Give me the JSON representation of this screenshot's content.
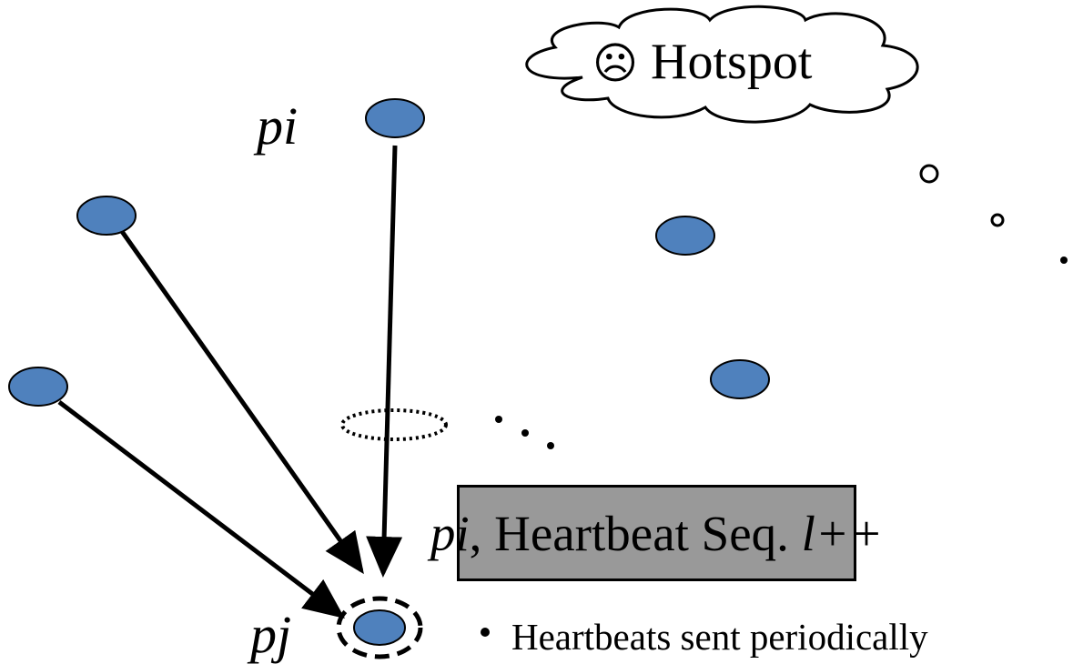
{
  "nodes": {
    "pi_label": "pi",
    "pj_label": "pj"
  },
  "cloud": {
    "emoji": "☹",
    "text": "Hotspot"
  },
  "message_box": {
    "sender": "pi",
    "middle": ", Heartbeat Seq. ",
    "seq": "l++"
  },
  "bullets": [
    "Heartbeats sent periodically"
  ],
  "colors": {
    "node_fill": "#4f81bd",
    "box_fill": "#999999",
    "stroke": "#000000"
  }
}
